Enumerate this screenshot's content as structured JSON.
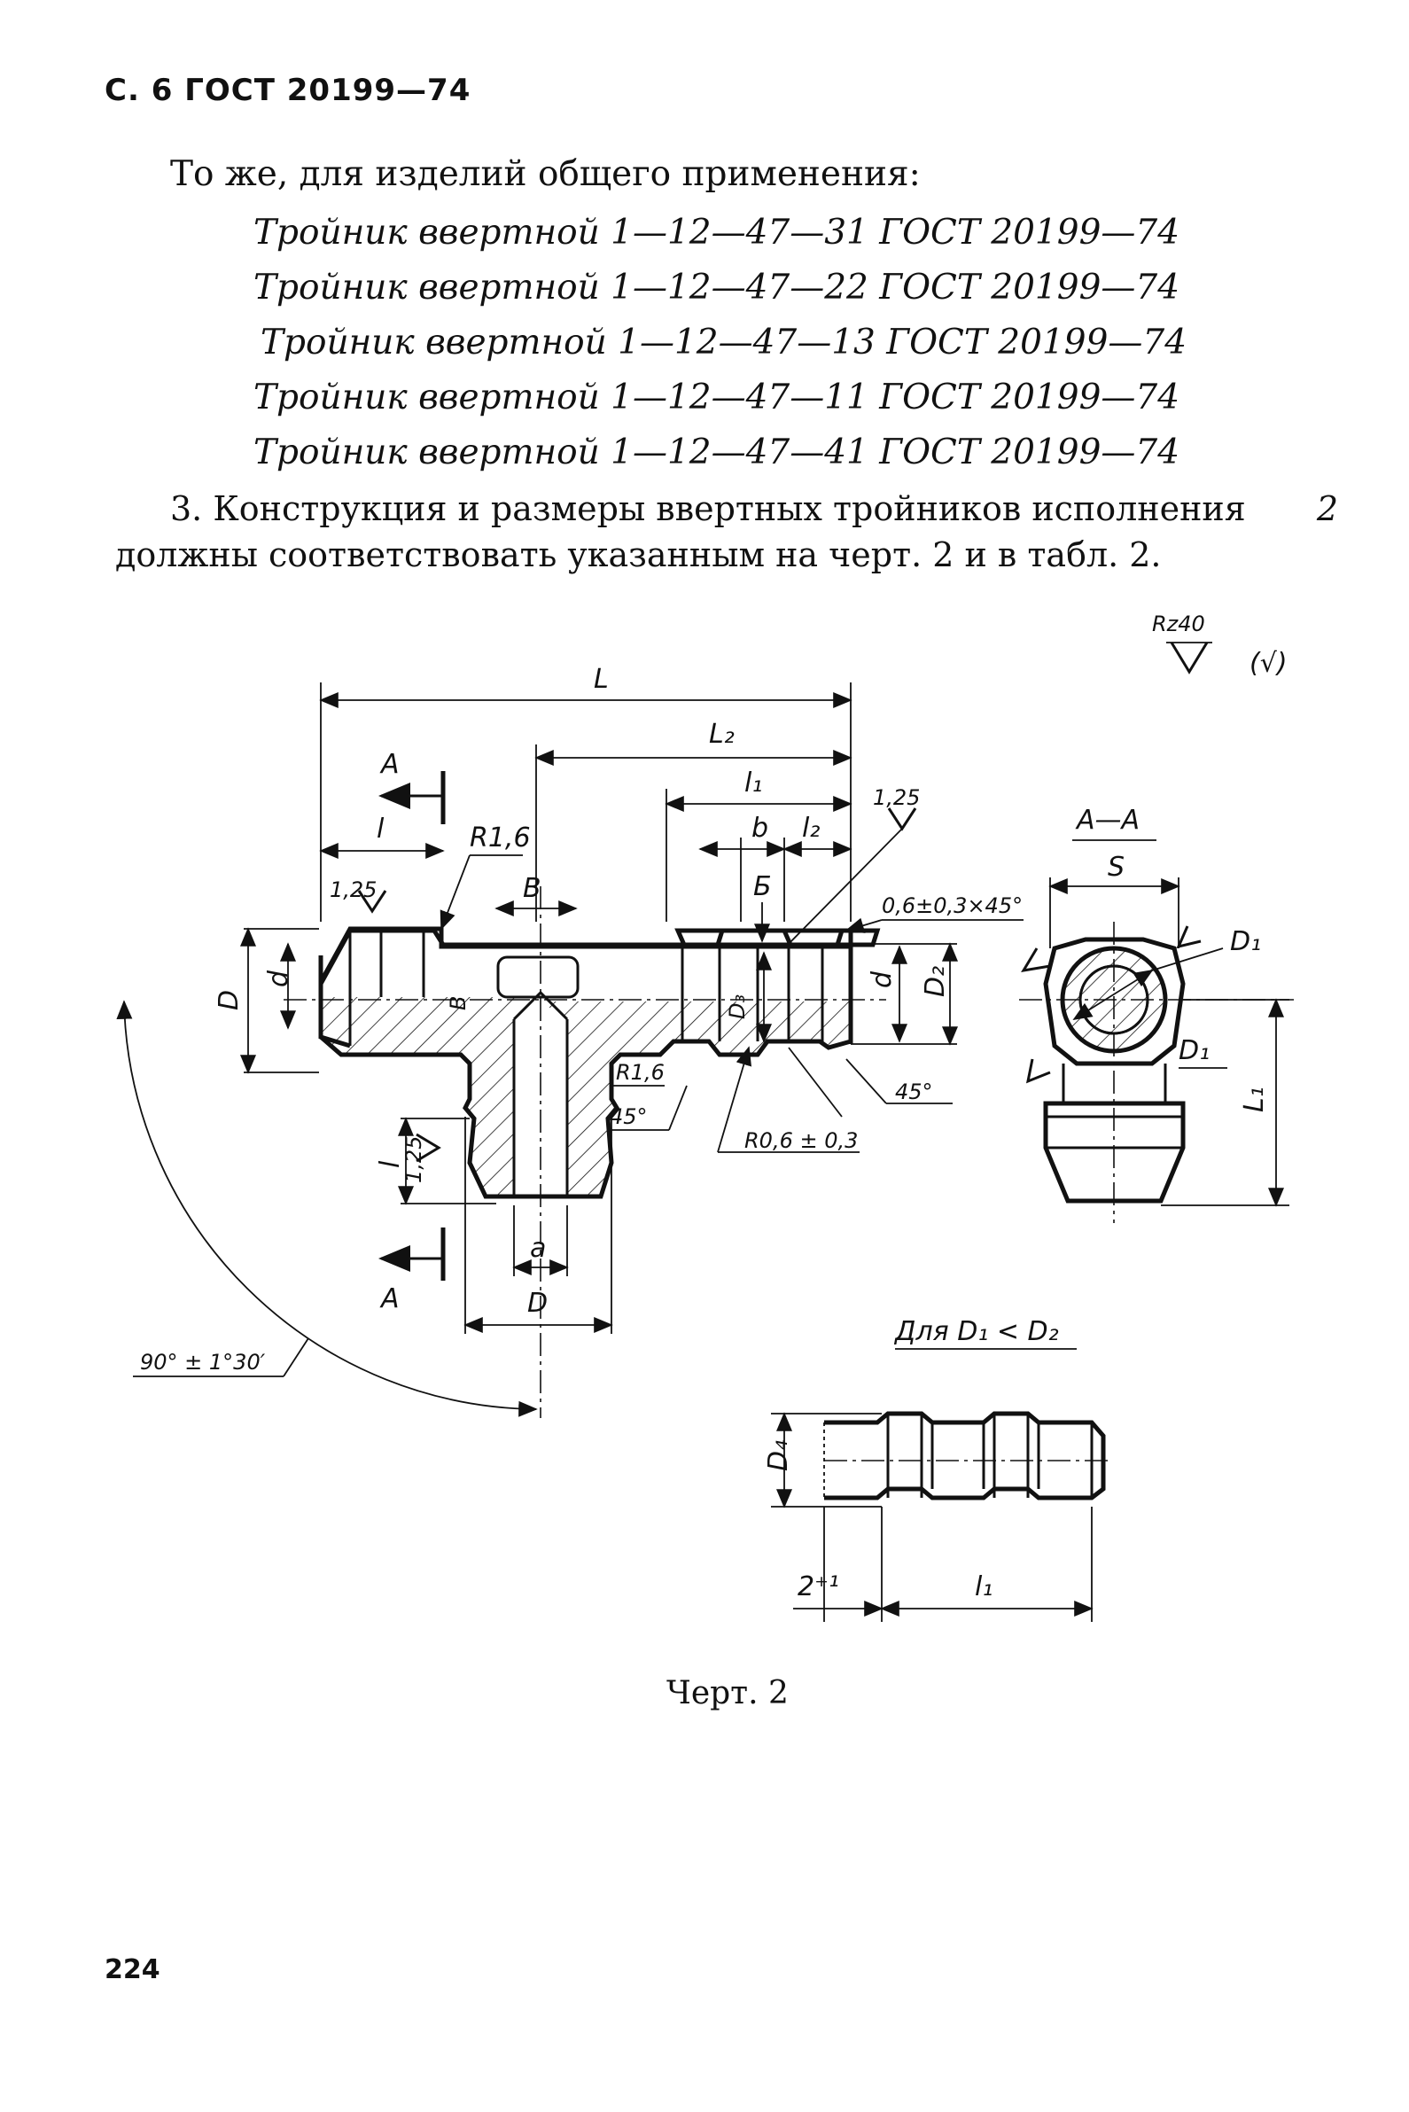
{
  "header": {
    "page_ref": "С. 6 ГОСТ 20199—74"
  },
  "intro": "То же, для изделий общего применения:",
  "designations": [
    "Тройник ввертной 1—12—47—31 ГОСТ 20199—74",
    "Тройник ввертной 1—12—47—22 ГОСТ 20199—74",
    "Тройник ввертной 1—12—47—13 ГОСТ 20199—74",
    "Тройник ввертной 1—12—47—11 ГОСТ 20199—74",
    "Тройник ввертной 1—12—47—41 ГОСТ 20199—74"
  ],
  "paragraph": {
    "line1": "3. Конструкция и размеры ввертных тройников исполнения",
    "line1_num": "2",
    "line2": "должны соответствовать указанным на черт. 2 и в табл. 2."
  },
  "drawing": {
    "roughness_general": "Rz40",
    "roughness_paren": "(√)",
    "dims": {
      "L": "L",
      "L2": "L₂",
      "l1": "l₁",
      "b": "b",
      "l2": "l₂",
      "l": "l",
      "R16": "R1,6",
      "R16b": "R1,6",
      "B": "B",
      "B_cut": "Б",
      "chamfer": "0,6±0,3×45°",
      "D": "D",
      "d": "d",
      "d_right": "d",
      "D2": "D₂",
      "D3": "D₃",
      "a": "a",
      "D_bottom": "D",
      "angle45_a": "45°",
      "angle45_b": "45°",
      "R06": "R0,6 ± 0,3",
      "angle90": "90° ± 1°30′",
      "l_vert": "l",
      "rough125": "1,25",
      "section_A": "А",
      "section_A2": "А"
    },
    "section": {
      "title": "А—А",
      "S": "S",
      "D1": "D₁",
      "D1b": "D₁",
      "L1": "L₁"
    },
    "detail": {
      "title": "Для D₁ < D₂",
      "D4": "D₄",
      "dim_2": "2⁺¹",
      "l1": "l₁"
    }
  },
  "caption": "Черт. 2",
  "page_number": "224"
}
